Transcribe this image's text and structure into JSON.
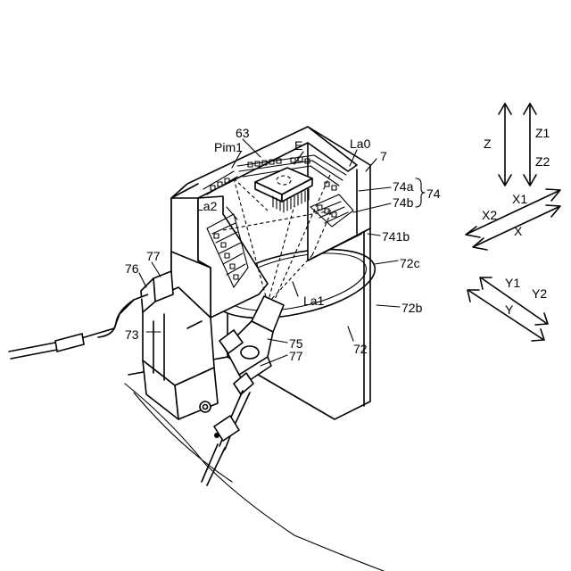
{
  "labels": {
    "n63": "63",
    "pim1": "Pim1",
    "e": "E",
    "la0": "La0",
    "n7": "7",
    "n74a": "74a",
    "n74": "74",
    "n74b": "74b",
    "la2": "La2",
    "n741b": "741b",
    "n72c": "72c",
    "n77a": "77",
    "n76": "76",
    "la1": "La1",
    "n72b": "72b",
    "n73": "73",
    "n75": "75",
    "n77b": "77",
    "n72": "72"
  },
  "axes": {
    "z": "Z",
    "z1": "Z1",
    "z2": "Z2",
    "x": "X",
    "x1": "X1",
    "x2": "X2",
    "y": "Y",
    "y1": "Y1",
    "y2": "Y2"
  }
}
